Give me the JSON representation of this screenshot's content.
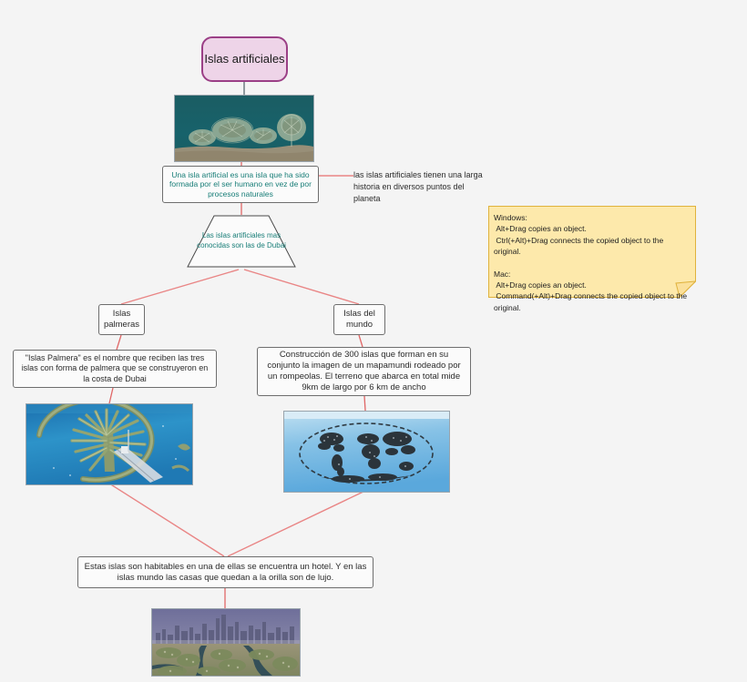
{
  "canvas": {
    "background": "#f4f4f4",
    "connector_color": "#e98585",
    "root_connector_color": "#5a6a70"
  },
  "root": {
    "label": "Islas artificiales",
    "fill": "#eed4e8",
    "stroke": "#9b3f86"
  },
  "nodes": {
    "definition": "Una isla artificial es una isla que ha sido formada por el ser humano en vez de por procesos naturales",
    "side_note": "las islas artificiales tienen una larga historia en diversos puntos del planeta",
    "trapezoid": "Las islas artificiales mas conocidas son las de Dubai",
    "palm_title": "Islas palmeras",
    "world_title": "Islas del mundo",
    "palm_description": "\"Islas Palmera\" es el nombre que reciben las tres islas con forma de palmera que se construyeron en la costa de Dubai",
    "world_description": "Construcción de 300 islas que forman en su conjunto la imagen de un mapamundi rodeado por un rompeolas. El terreno que abarca en total mide 9km de largo por 6 km de ancho",
    "bottom_description": "Estas islas son habitables en una de ellas se encuentra un hotel. Y en las islas mundo las casas que quedan a la orilla son de lujo."
  },
  "sticky_note": {
    "text": "Windows:\n Alt+Drag copies an object.\n Ctrl(+Alt)+Drag connects the copied object to the original.\n\nMac:\n Alt+Drag copies an object.\n Command(+Alt)+Drag connects the copied object to the original.",
    "fill": "#fde9ab",
    "stroke": "#e0b23c"
  },
  "images": {
    "top": "dubai-artificial-islands-aerial-photo",
    "palm": "palm-jumeirah-aerial-photo",
    "world": "the-world-islands-aerial-photo",
    "city": "dubai-skyline-aerial-photo"
  }
}
